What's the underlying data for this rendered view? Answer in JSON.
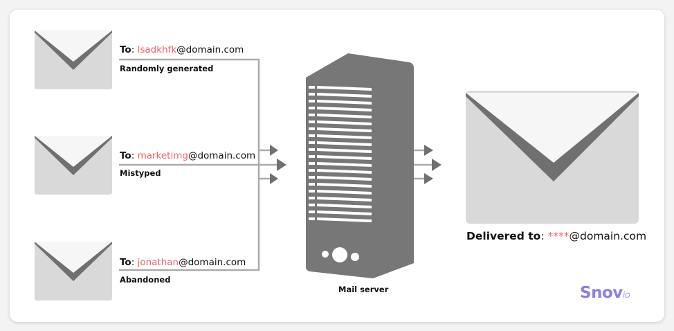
{
  "colors": {
    "envelope_body": "#d9d9d9",
    "envelope_flap": "#f6f6f6",
    "envelope_shadow": "#707070",
    "server": "#777777",
    "connector": "#aaaaaa",
    "arrow": "#707070",
    "highlight": "#f0626a",
    "brand": "#8a7ee8"
  },
  "senders": [
    {
      "to_label": "To",
      "separator": ":",
      "local_part": "lsadkhfk",
      "domain": "@domain.com",
      "caption": "Randomly generated",
      "icon": "envelope-icon"
    },
    {
      "to_label": "To",
      "separator": ":",
      "local_part": "marketimg",
      "domain": "@domain.com",
      "caption": "Mistyped",
      "icon": "envelope-icon"
    },
    {
      "to_label": "To",
      "separator": ":",
      "local_part": "jonathan",
      "domain": "@domain.com",
      "caption": "Abandoned",
      "icon": "envelope-icon"
    }
  ],
  "server": {
    "label": "Mail server",
    "icon": "server-icon"
  },
  "destination": {
    "label": "Delivered to",
    "separator": ":",
    "masked_local": "****",
    "domain": "@domain.com",
    "icon": "envelope-icon"
  },
  "logo": {
    "name": "Snov",
    "suffix": "io"
  }
}
